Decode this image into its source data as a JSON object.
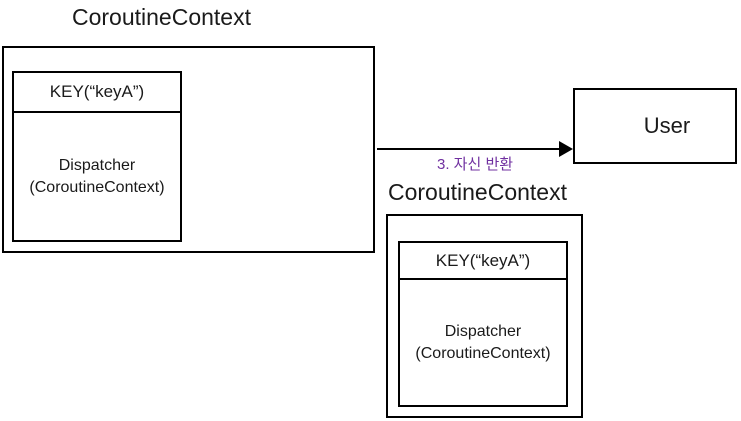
{
  "diagram_left": {
    "title": "CoroutineContext",
    "element": {
      "key_label": "KEY(“keyA”)",
      "value_line1": "Dispatcher",
      "value_line2": "(CoroutineContext)"
    }
  },
  "diagram_bottom": {
    "title": "CoroutineContext",
    "element": {
      "key_label": "KEY(“keyA”)",
      "value_line1": "Dispatcher",
      "value_line2": "(CoroutineContext)"
    }
  },
  "arrow": {
    "label": "3. 자신 반환"
  },
  "user": {
    "label": "User"
  },
  "colors": {
    "line": "#000000",
    "text": "#1a1a1a",
    "arrow_label": "#7030A0",
    "background": "#ffffff"
  }
}
